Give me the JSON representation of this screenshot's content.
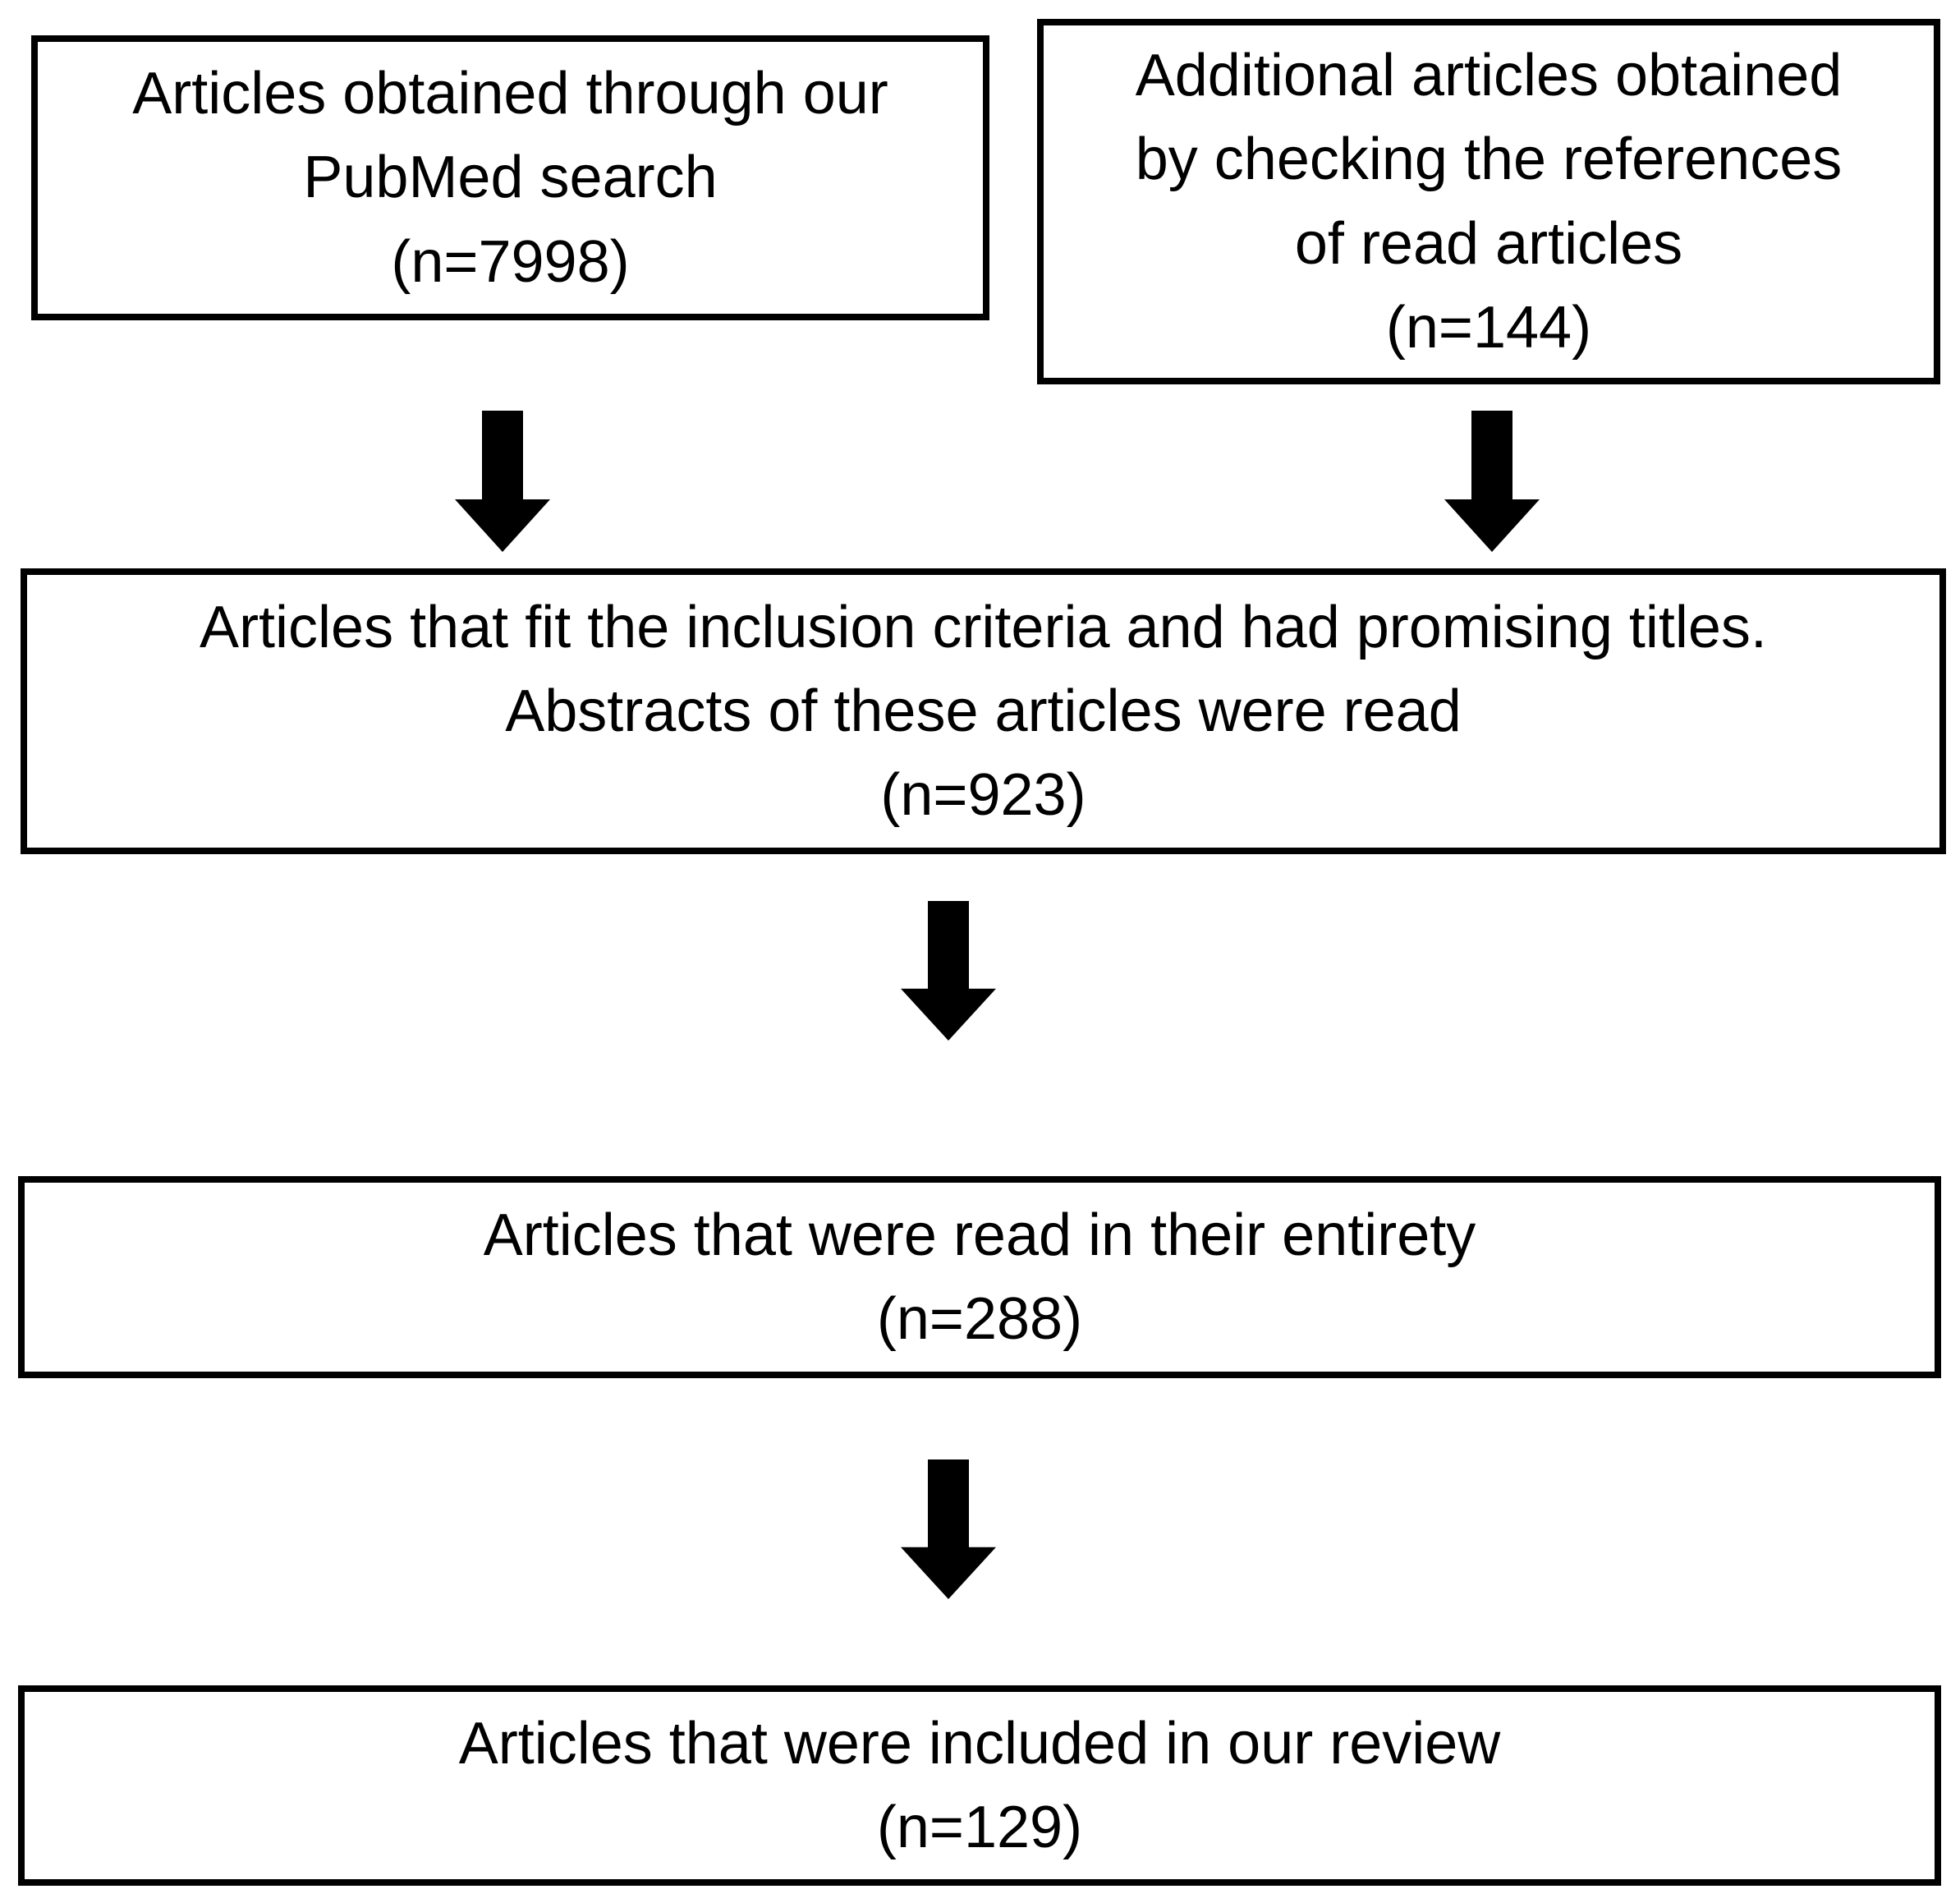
{
  "colors": {
    "background": "#ffffff",
    "box_border": "#000000",
    "text": "#000000",
    "arrow": "#000000"
  },
  "flowchart": {
    "boxes": [
      {
        "name": "pubmed-search",
        "text": "Articles obtained through our\nPubMed search\n(n=7998)"
      },
      {
        "name": "reference-check",
        "text": "Additional articles obtained\nby checking the references\nof read articles\n(n=144)"
      },
      {
        "name": "title-abstract-screening",
        "text": "Articles that fit the inclusion criteria and had promising titles.\nAbstracts of these articles were read\n(n=923)"
      },
      {
        "name": "full-text-read",
        "text": "Articles that were read in their entirety\n(n=288)"
      },
      {
        "name": "included-in-review",
        "text": "Articles that were included in our review\n(n=129)"
      }
    ],
    "arrows": [
      {
        "from": "pubmed-search",
        "to": "title-abstract-screening",
        "direction": "down"
      },
      {
        "from": "reference-check",
        "to": "title-abstract-screening",
        "direction": "down"
      },
      {
        "from": "title-abstract-screening",
        "to": "full-text-read",
        "direction": "down"
      },
      {
        "from": "full-text-read",
        "to": "included-in-review",
        "direction": "down"
      }
    ]
  }
}
